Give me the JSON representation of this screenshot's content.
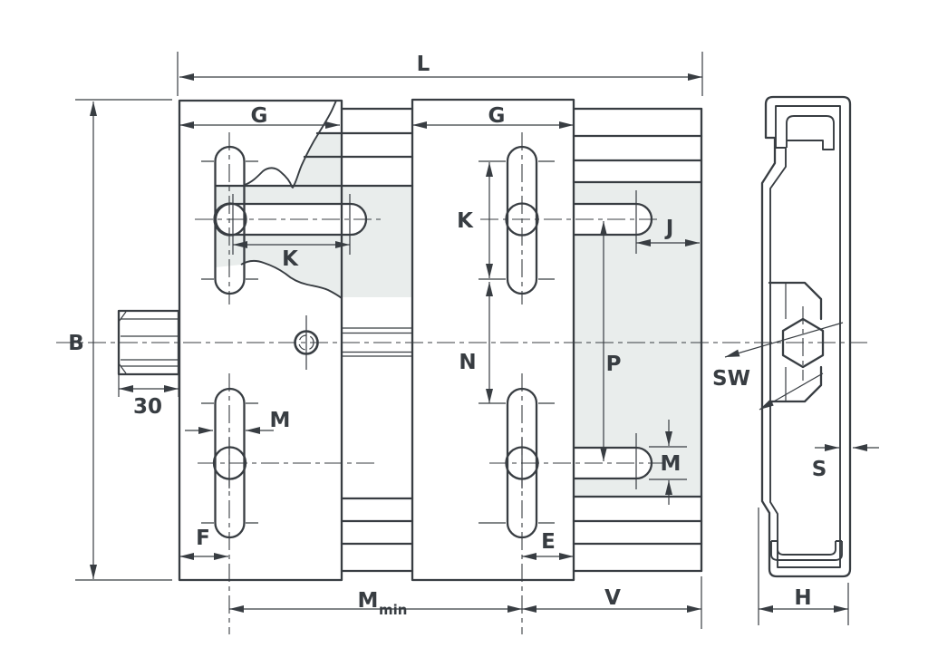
{
  "drawing_type": "technical-dimension-drawing",
  "front_view": {
    "labels": {
      "l": "L",
      "g_left": "G",
      "g_right": "G",
      "b": "B",
      "k_slot": "K",
      "k_spacing": "K",
      "n": "N",
      "p": "P",
      "j": "J",
      "m_slot_width_left": "M",
      "m_slot_width_right": "M",
      "spindle_length": "30",
      "f": "F",
      "e": "E",
      "m_min_base": "M",
      "m_min_sub": "min",
      "v": "V"
    }
  },
  "side_view": {
    "labels": {
      "sw": "SW",
      "s": "S",
      "h": "H"
    }
  },
  "colors": {
    "line": "#383d42",
    "shade": "#e9edec",
    "background": "#ffffff"
  }
}
